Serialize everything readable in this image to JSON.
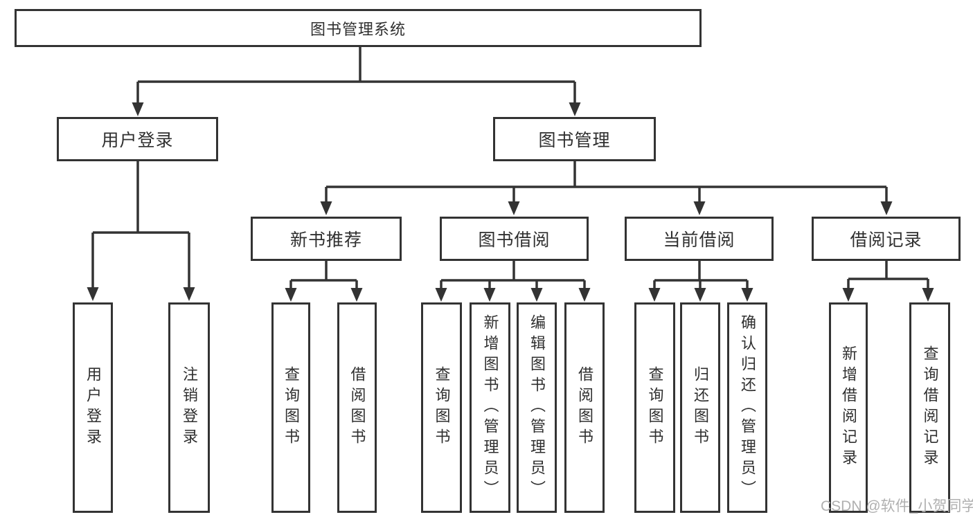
{
  "tree": {
    "label": "图书管理系统",
    "children": [
      {
        "label": "用户登录",
        "children": [
          {
            "label": "用户登录"
          },
          {
            "label": "注销登录"
          }
        ]
      },
      {
        "label": "图书管理",
        "children": [
          {
            "label": "新书推荐",
            "children": [
              {
                "label": "查询图书"
              },
              {
                "label": "借阅图书"
              }
            ]
          },
          {
            "label": "图书借阅",
            "children": [
              {
                "label": "查询图书"
              },
              {
                "label": "新增图书（管理员）"
              },
              {
                "label": "编辑图书（管理员）"
              },
              {
                "label": "借阅图书"
              }
            ]
          },
          {
            "label": "当前借阅",
            "children": [
              {
                "label": "查询图书"
              },
              {
                "label": "归还图书"
              },
              {
                "label": "确认归还（管理员）"
              }
            ]
          },
          {
            "label": "借阅记录",
            "children": [
              {
                "label": "新增借阅记录"
              },
              {
                "label": "查询借阅记录"
              }
            ]
          }
        ]
      }
    ]
  },
  "watermark": {
    "text": "CSDN @软件_小贺同学"
  },
  "colors": {
    "line": "#333333",
    "box_border": "#333333",
    "box_fill": "#ffffff",
    "text": "#2f2f2f",
    "watermark": "#b0b0b0",
    "background": "#ffffff"
  }
}
